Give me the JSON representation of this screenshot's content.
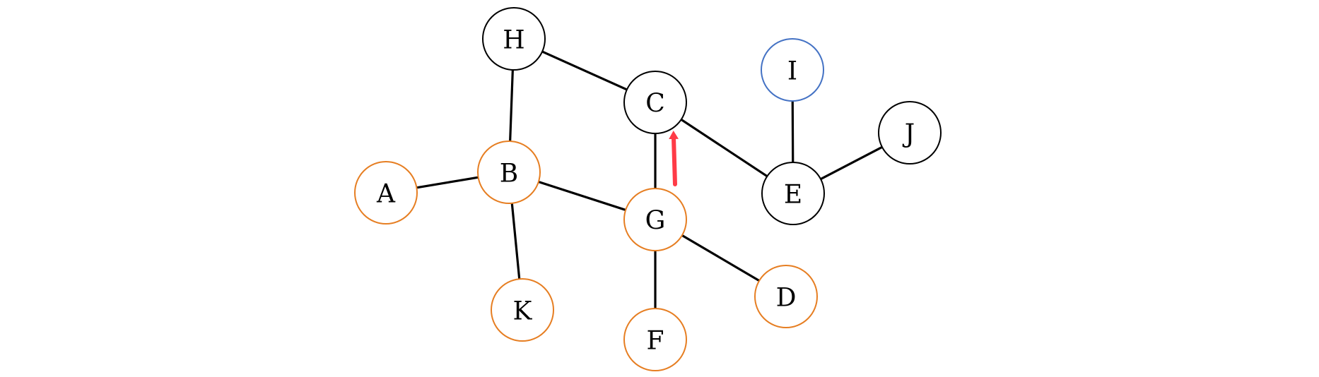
{
  "colors": {
    "default": "#000000",
    "visited": "#e67e22",
    "highlight": "#4472c4",
    "arrow": "#ff3b47"
  },
  "nodes": [
    {
      "id": "H",
      "label": "H",
      "status": "default"
    },
    {
      "id": "C",
      "label": "C",
      "status": "default"
    },
    {
      "id": "I",
      "label": "I",
      "status": "highlight"
    },
    {
      "id": "J",
      "label": "J",
      "status": "default"
    },
    {
      "id": "B",
      "label": "B",
      "status": "visited"
    },
    {
      "id": "A",
      "label": "A",
      "status": "visited"
    },
    {
      "id": "E",
      "label": "E",
      "status": "default"
    },
    {
      "id": "G",
      "label": "G",
      "status": "visited"
    },
    {
      "id": "K",
      "label": "K",
      "status": "visited"
    },
    {
      "id": "D",
      "label": "D",
      "status": "visited"
    },
    {
      "id": "F",
      "label": "F",
      "status": "visited"
    }
  ],
  "edges": [
    [
      "H",
      "C"
    ],
    [
      "H",
      "B"
    ],
    [
      "C",
      "G"
    ],
    [
      "C",
      "E"
    ],
    [
      "I",
      "E"
    ],
    [
      "E",
      "J"
    ],
    [
      "B",
      "A"
    ],
    [
      "B",
      "G"
    ],
    [
      "B",
      "K"
    ],
    [
      "G",
      "D"
    ],
    [
      "G",
      "F"
    ]
  ],
  "arrow": {
    "from": "G",
    "to": "C"
  }
}
